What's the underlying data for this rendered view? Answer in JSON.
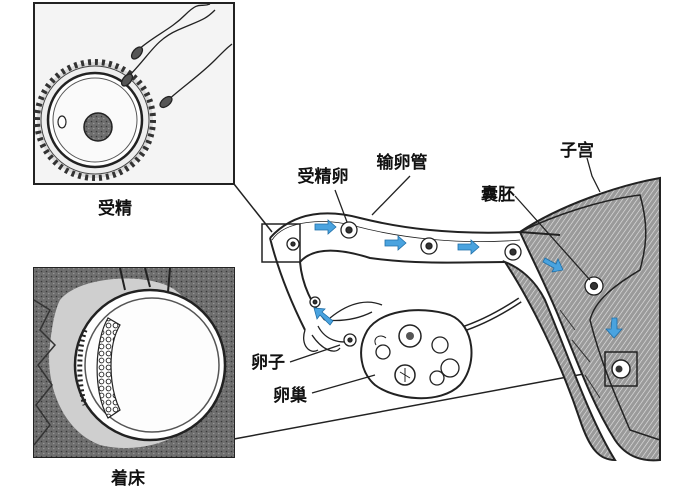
{
  "labels": {
    "fertilization": "受精",
    "implantation": "着床",
    "fertilized_egg": "受精卵",
    "oviduct": "输卵管",
    "uterus": "子宫",
    "blastocyst": "囊胚",
    "egg": "卵子",
    "ovary": "卵巢"
  },
  "colors": {
    "arrow": "#4aa3df",
    "line": "#222222",
    "gray_tissue": "#8a8a8a",
    "dark_tissue": "#555555"
  }
}
